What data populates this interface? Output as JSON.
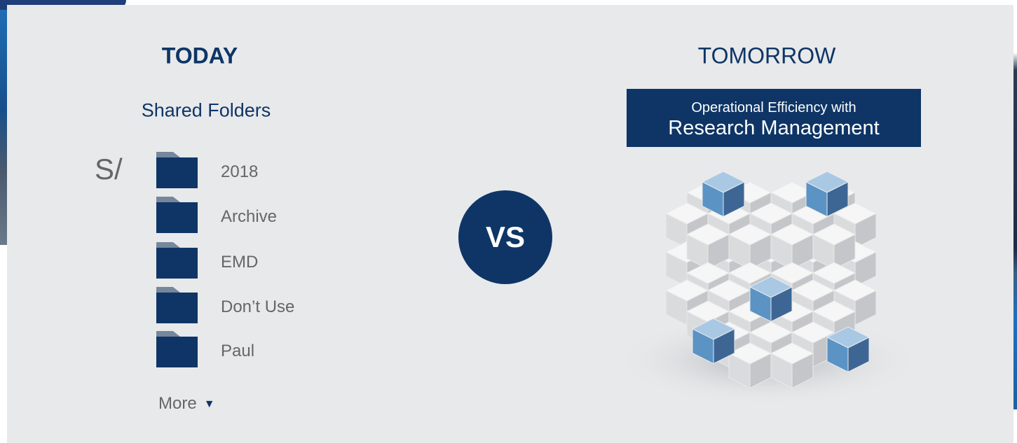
{
  "today": {
    "heading": "TODAY",
    "subheading": "Shared Folders",
    "drive": "S/",
    "folders": [
      "2018",
      "Archive",
      "EMD",
      "Don’t Use",
      "Paul"
    ],
    "more_label": "More"
  },
  "vs_label": "VS",
  "tomorrow": {
    "heading": "TOMORROW",
    "box_line1": "Operational Efficiency with",
    "box_line2": "Research Management"
  },
  "colors": {
    "navy": "#0e3566",
    "panel": "#e8e9eb",
    "text_gray": "#666666",
    "cube_blue": "#5a8fbd"
  },
  "icons": {
    "folder": "folder-icon",
    "more": "triangle-down-icon",
    "cubes": "cube-cluster-illustration"
  }
}
